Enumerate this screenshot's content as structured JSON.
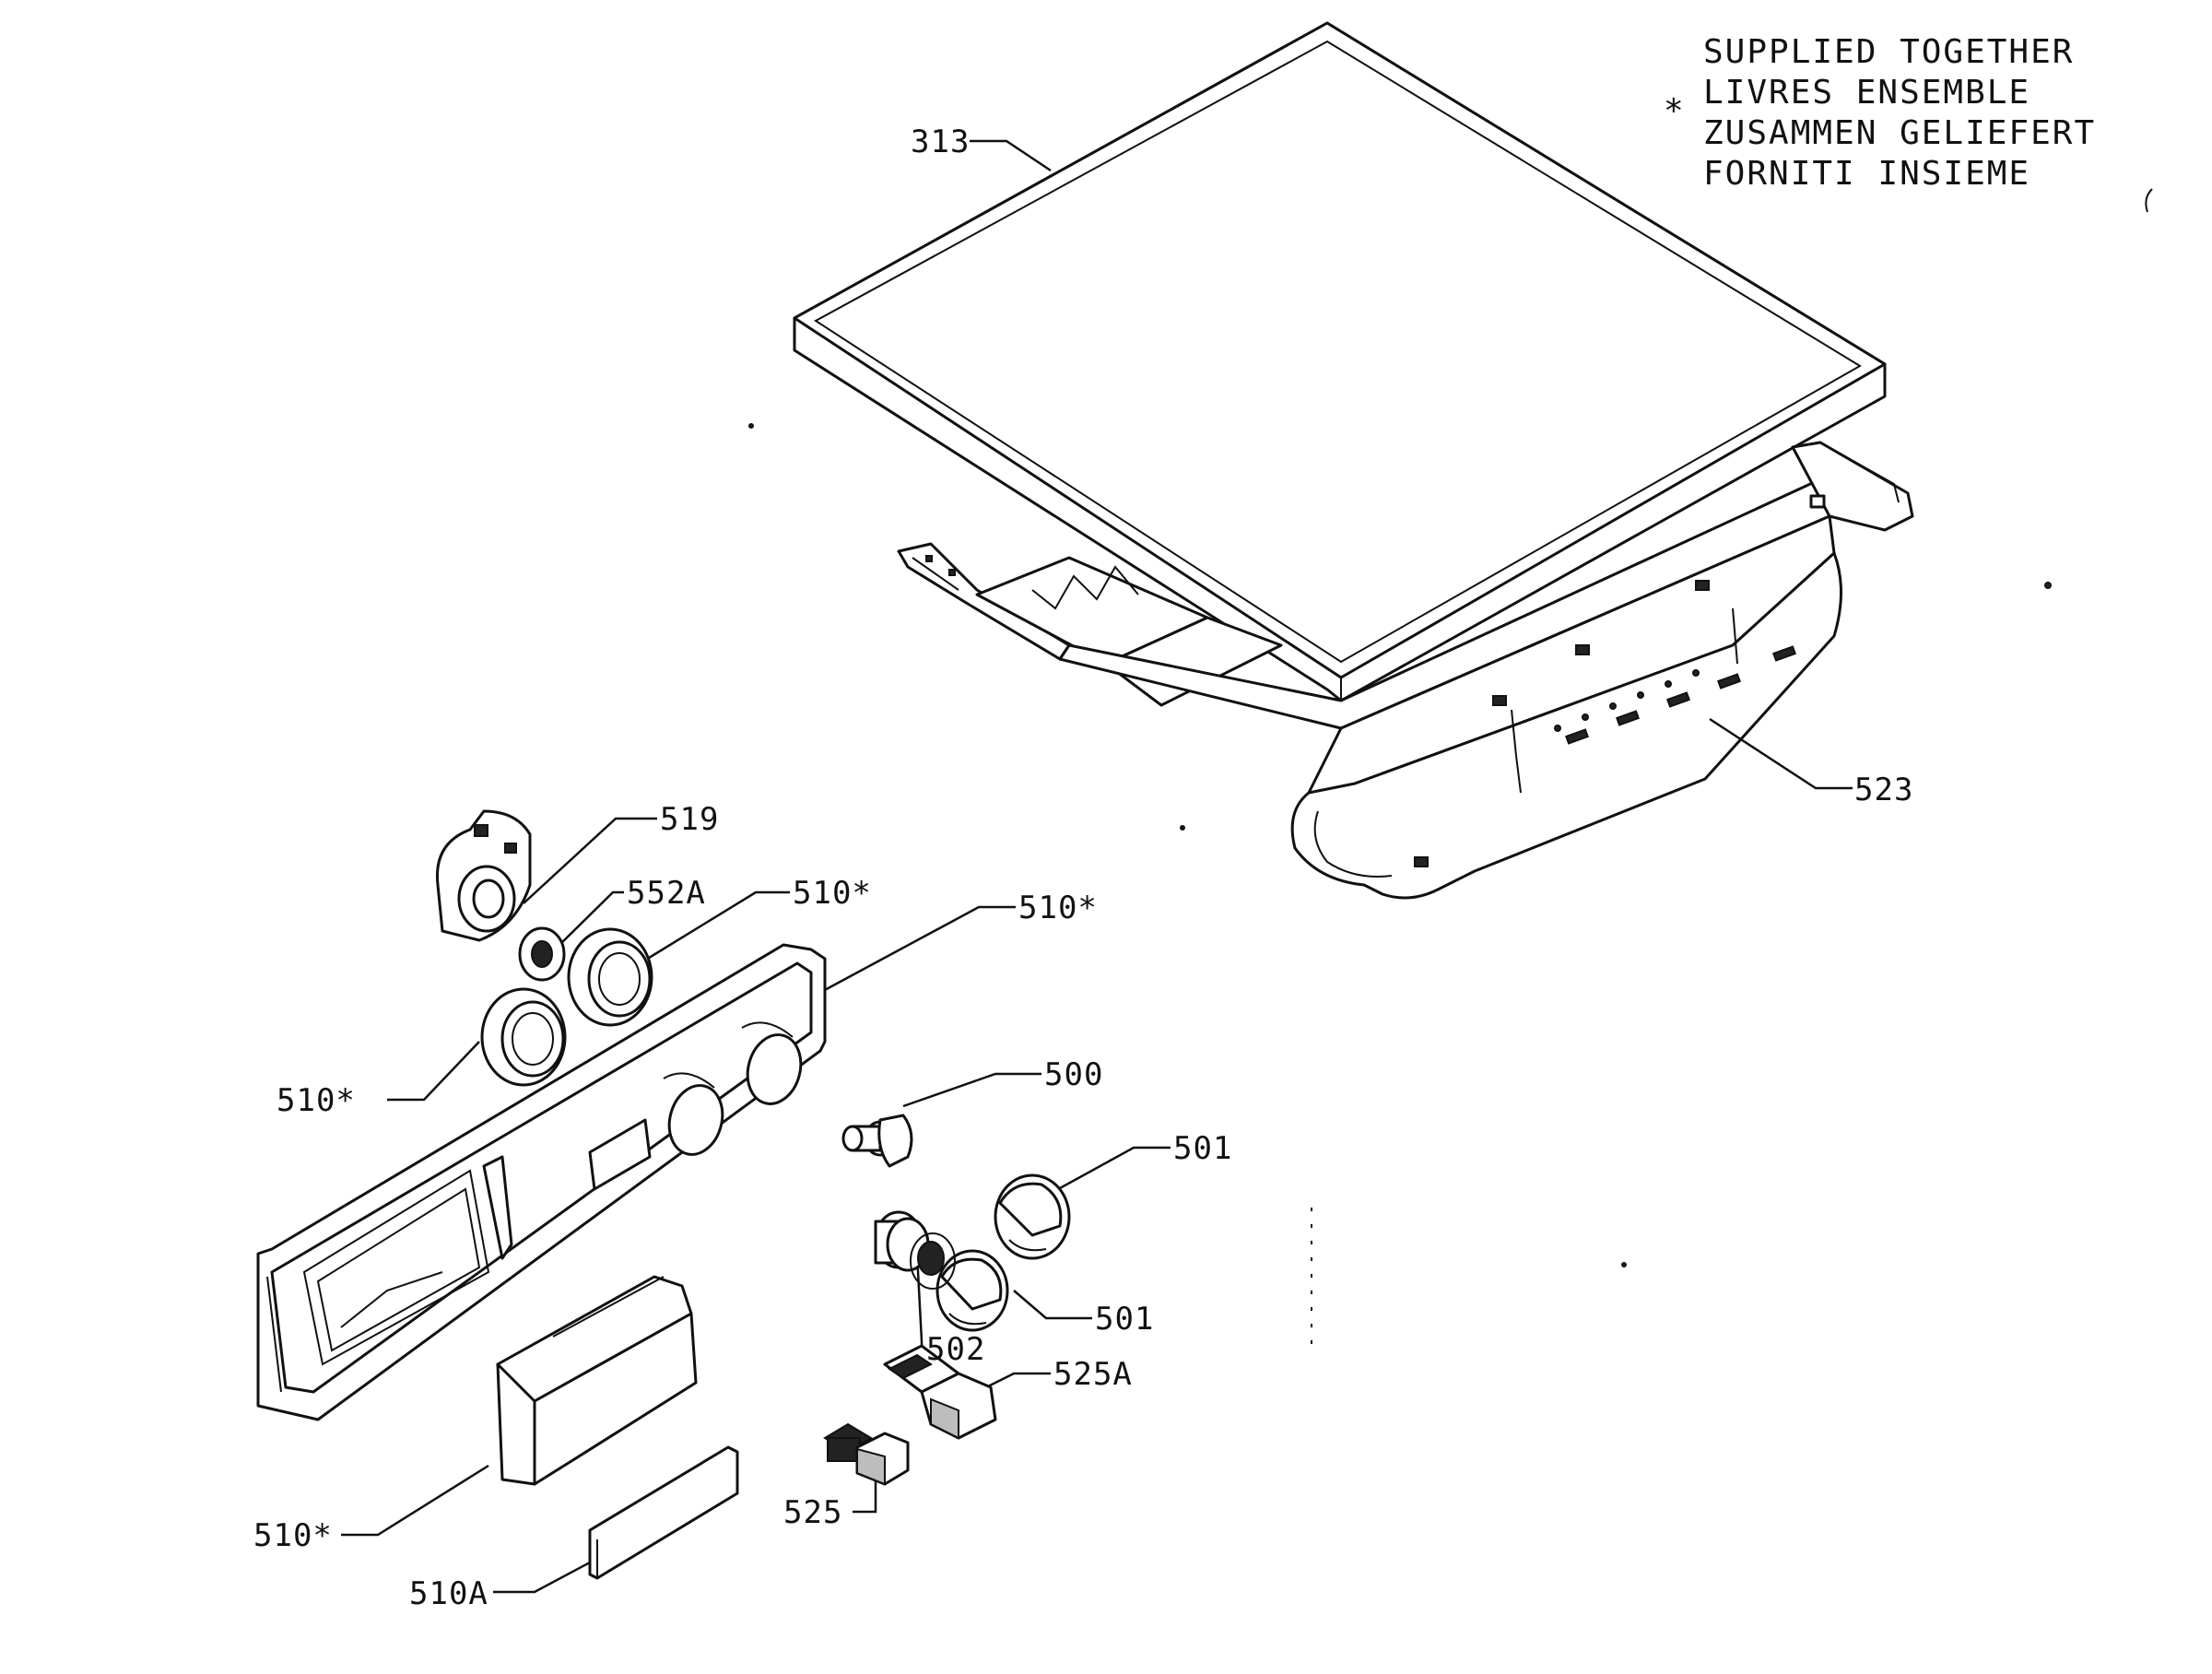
{
  "note": {
    "asterisk": "*",
    "lines": [
      "SUPPLIED TOGETHER",
      "LIVRES ENSEMBLE",
      "ZUSAMMEN GELIEFERT",
      "FORNITI INSIEME"
    ]
  },
  "callouts": {
    "c313": "313",
    "c523": "523",
    "c519": "519",
    "c552a": "552A",
    "c510_knob": "510*",
    "c510_panel": "510*",
    "c510_left": "510*",
    "c510_drawer": "510*",
    "c510a": "510A",
    "c500": "500",
    "c501_top": "501",
    "c501_bottom": "501",
    "c502": "502",
    "c525a": "525A",
    "c525": "525"
  },
  "colors": {
    "ink": "#111111",
    "paper": "#ffffff"
  }
}
